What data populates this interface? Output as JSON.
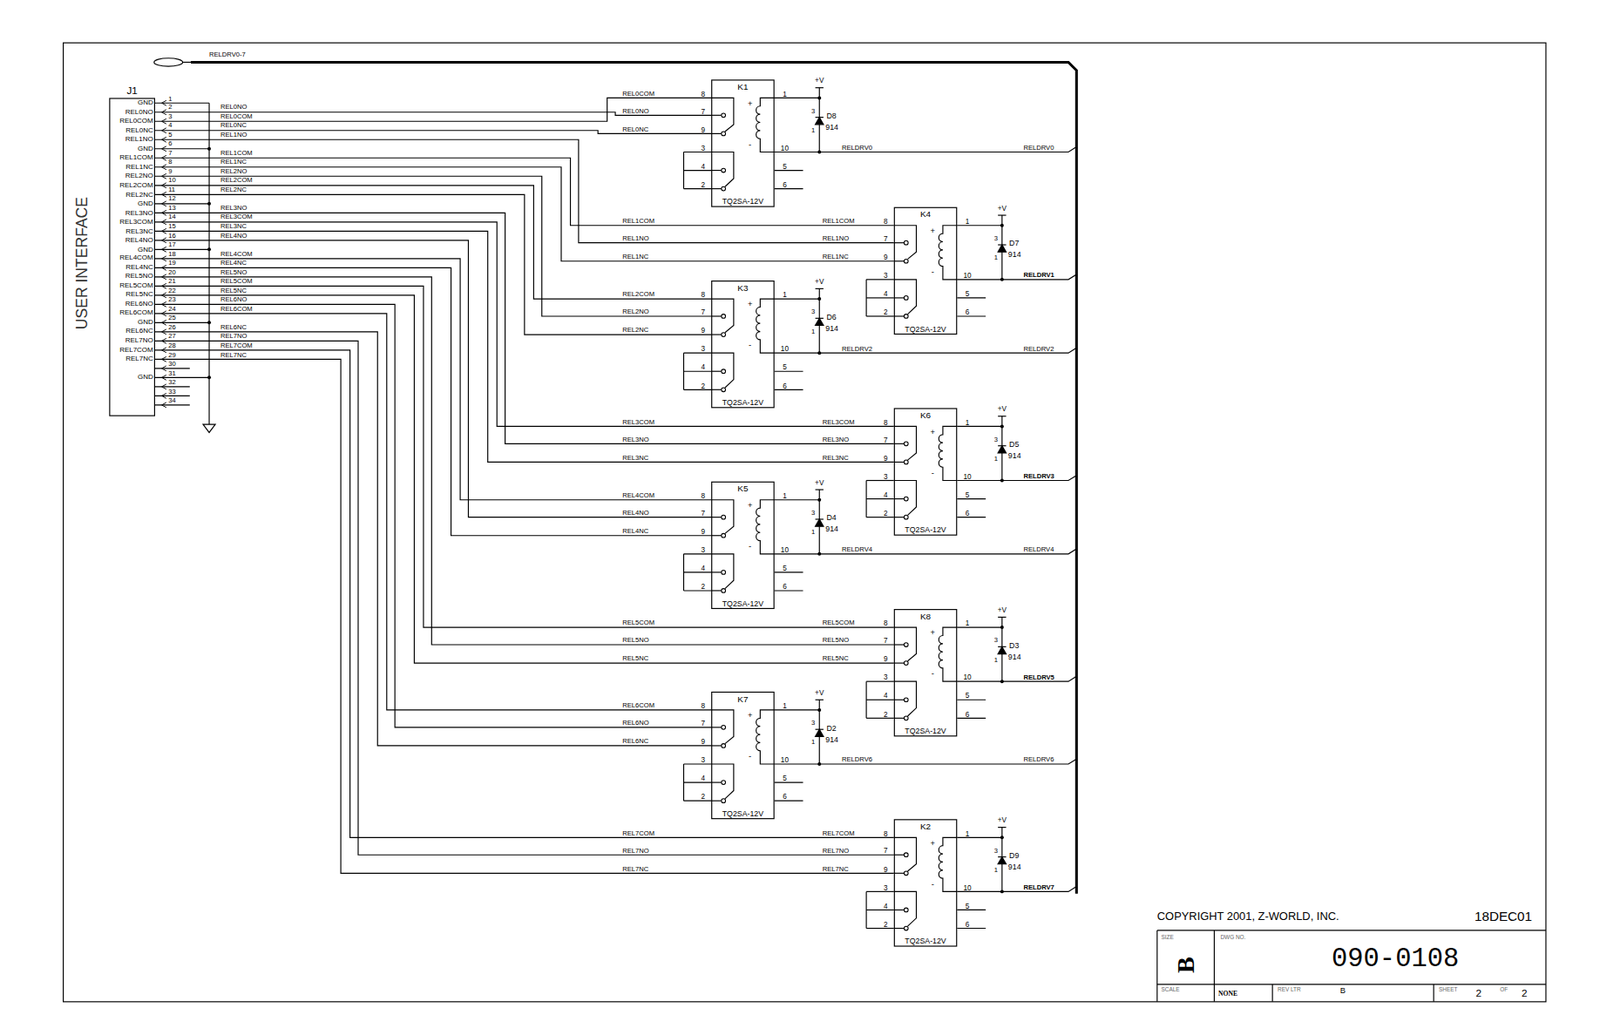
{
  "diagram": {
    "nodes": [
      {
        "text": [
          "J1"
        ]
      },
      {
        "text": [
          "K1",
          "TQ2SA-12V"
        ]
      },
      {
        "text": [
          "K4",
          "TQ2SA-12V"
        ]
      },
      {
        "text": [
          "K3",
          "TQ2SA-12V"
        ]
      },
      {
        "text": [
          "K6",
          "TQ2SA-12V"
        ]
      },
      {
        "text": [
          "K5",
          "TQ2SA-12V"
        ]
      },
      {
        "text": [
          "K8",
          "TQ2SA-12V"
        ]
      },
      {
        "text": [
          "K7",
          "TQ2SA-12V"
        ]
      },
      {
        "text": [
          "K2",
          "TQ2SA-12V"
        ]
      }
    ],
    "edges": [
      {
        "from": 0,
        "to": 1,
        "arrow": "none"
      },
      {
        "from": 0,
        "to": 1,
        "arrow": "none"
      },
      {
        "from": 0,
        "to": 1,
        "arrow": "none"
      },
      {
        "from": 0,
        "to": 2,
        "arrow": "none"
      },
      {
        "from": 0,
        "to": 2,
        "arrow": "none"
      },
      {
        "from": 0,
        "to": 2,
        "arrow": "none"
      },
      {
        "from": 0,
        "to": 3,
        "arrow": "none"
      },
      {
        "from": 0,
        "to": 3,
        "arrow": "none"
      },
      {
        "from": 0,
        "to": 3,
        "arrow": "none"
      },
      {
        "from": 0,
        "to": 4,
        "arrow": "none"
      },
      {
        "from": 0,
        "to": 4,
        "arrow": "none"
      },
      {
        "from": 0,
        "to": 4,
        "arrow": "none"
      },
      {
        "from": 0,
        "to": 5,
        "arrow": "none"
      },
      {
        "from": 0,
        "to": 5,
        "arrow": "none"
      },
      {
        "from": 0,
        "to": 5,
        "arrow": "none"
      },
      {
        "from": 0,
        "to": 6,
        "arrow": "none"
      },
      {
        "from": 0,
        "to": 6,
        "arrow": "none"
      },
      {
        "from": 0,
        "to": 6,
        "arrow": "none"
      },
      {
        "from": 0,
        "to": 7,
        "arrow": "none"
      },
      {
        "from": 0,
        "to": 7,
        "arrow": "none"
      },
      {
        "from": 0,
        "to": 7,
        "arrow": "none"
      },
      {
        "from": 0,
        "to": 8,
        "arrow": "none"
      },
      {
        "from": 0,
        "to": 8,
        "arrow": "none"
      },
      {
        "from": 0,
        "to": 8,
        "arrow": "none"
      }
    ],
    "labels": [
      "RELDRV0-7",
      "USER INTERFACE",
      "GND",
      "REL0NO",
      "REL0COM",
      "REL0NC",
      "REL1NO",
      "GND",
      "REL1COM",
      "REL1NC",
      "REL2NO",
      "REL2COM",
      "REL2NC",
      "GND",
      "REL3NO",
      "REL3COM",
      "REL3NC",
      "REL4NO",
      "GND",
      "REL4COM",
      "REL4NC",
      "REL5NO",
      "REL5COM",
      "REL5NC",
      "REL6NO",
      "REL6COM",
      "GND",
      "REL6NC",
      "REL7NO",
      "REL7COM",
      "REL7NC",
      "GND",
      "1",
      "2",
      "3",
      "4",
      "5",
      "6",
      "7",
      "8",
      "9",
      "10",
      "11",
      "12",
      "13",
      "14",
      "15",
      "16",
      "17",
      "18",
      "19",
      "20",
      "21",
      "22",
      "23",
      "24",
      "25",
      "26",
      "27",
      "28",
      "29",
      "30",
      "31",
      "32",
      "33",
      "34",
      "REL0NO",
      "REL0COM",
      "REL0NC",
      "REL1NO",
      "REL1COM",
      "REL1NC",
      "REL2NO",
      "REL2COM",
      "REL2NC",
      "REL3NO",
      "REL3COM",
      "REL3NC",
      "REL4NO",
      "REL4COM",
      "REL4NC",
      "REL5NO",
      "REL5COM",
      "REL5NC",
      "REL6NO",
      "REL6COM",
      "REL6NC",
      "REL7NO",
      "REL7COM",
      "REL7NC",
      "8",
      "7",
      "9",
      "3",
      "4",
      "2",
      "1",
      "10",
      "5",
      "6",
      "+",
      "-",
      "+V",
      "3",
      "1",
      "D8",
      "914",
      "REL0COM",
      "REL0NO",
      "REL0NC",
      "RELDRV0",
      "RELDRV0",
      "8",
      "7",
      "9",
      "3",
      "4",
      "2",
      "1",
      "10",
      "5",
      "6",
      "+",
      "-",
      "+V",
      "3",
      "1",
      "D7",
      "914",
      "REL1COM",
      "REL1NO",
      "REL1NC",
      "REL1COM",
      "REL1NO",
      "REL1NC",
      "RELDRV1",
      "8",
      "7",
      "9",
      "3",
      "4",
      "2",
      "1",
      "10",
      "5",
      "6",
      "+",
      "-",
      "+V",
      "3",
      "1",
      "D6",
      "914",
      "REL2COM",
      "REL2NO",
      "REL2NC",
      "RELDRV2",
      "RELDRV2",
      "8",
      "7",
      "9",
      "3",
      "4",
      "2",
      "1",
      "10",
      "5",
      "6",
      "+",
      "-",
      "+V",
      "3",
      "1",
      "D5",
      "914",
      "REL3COM",
      "REL3NO",
      "REL3NC",
      "REL3COM",
      "REL3NO",
      "REL3NC",
      "RELDRV3",
      "8",
      "7",
      "9",
      "3",
      "4",
      "2",
      "1",
      "10",
      "5",
      "6",
      "+",
      "-",
      "+V",
      "3",
      "1",
      "D4",
      "914",
      "REL4COM",
      "REL4NO",
      "REL4NC",
      "RELDRV4",
      "RELDRV4",
      "8",
      "7",
      "9",
      "3",
      "4",
      "2",
      "1",
      "10",
      "5",
      "6",
      "+",
      "-",
      "+V",
      "3",
      "1",
      "D3",
      "914",
      "REL5COM",
      "REL5NO",
      "REL5NC",
      "REL5COM",
      "REL5NO",
      "REL5NC",
      "RELDRV5",
      "8",
      "7",
      "9",
      "3",
      "4",
      "2",
      "1",
      "10",
      "5",
      "6",
      "+",
      "-",
      "+V",
      "3",
      "1",
      "D2",
      "914",
      "REL6COM",
      "REL6NO",
      "REL6NC",
      "RELDRV6",
      "RELDRV6",
      "8",
      "7",
      "9",
      "3",
      "4",
      "2",
      "1",
      "10",
      "5",
      "6",
      "+",
      "-",
      "+V",
      "3",
      "1",
      "D9",
      "914",
      "REL7COM",
      "REL7NO",
      "REL7NC",
      "REL7COM",
      "REL7NO",
      "REL7NC",
      "RELDRV7",
      "COPYRIGHT 2001, Z-WORLD, INC.",
      "18DEC01",
      "SIZE",
      "B",
      "DWG NO.",
      "090-0108",
      "SCALE",
      "NONE",
      "REV LTR",
      "B",
      "SHEET",
      "2",
      "OF",
      "2"
    ]
  }
}
